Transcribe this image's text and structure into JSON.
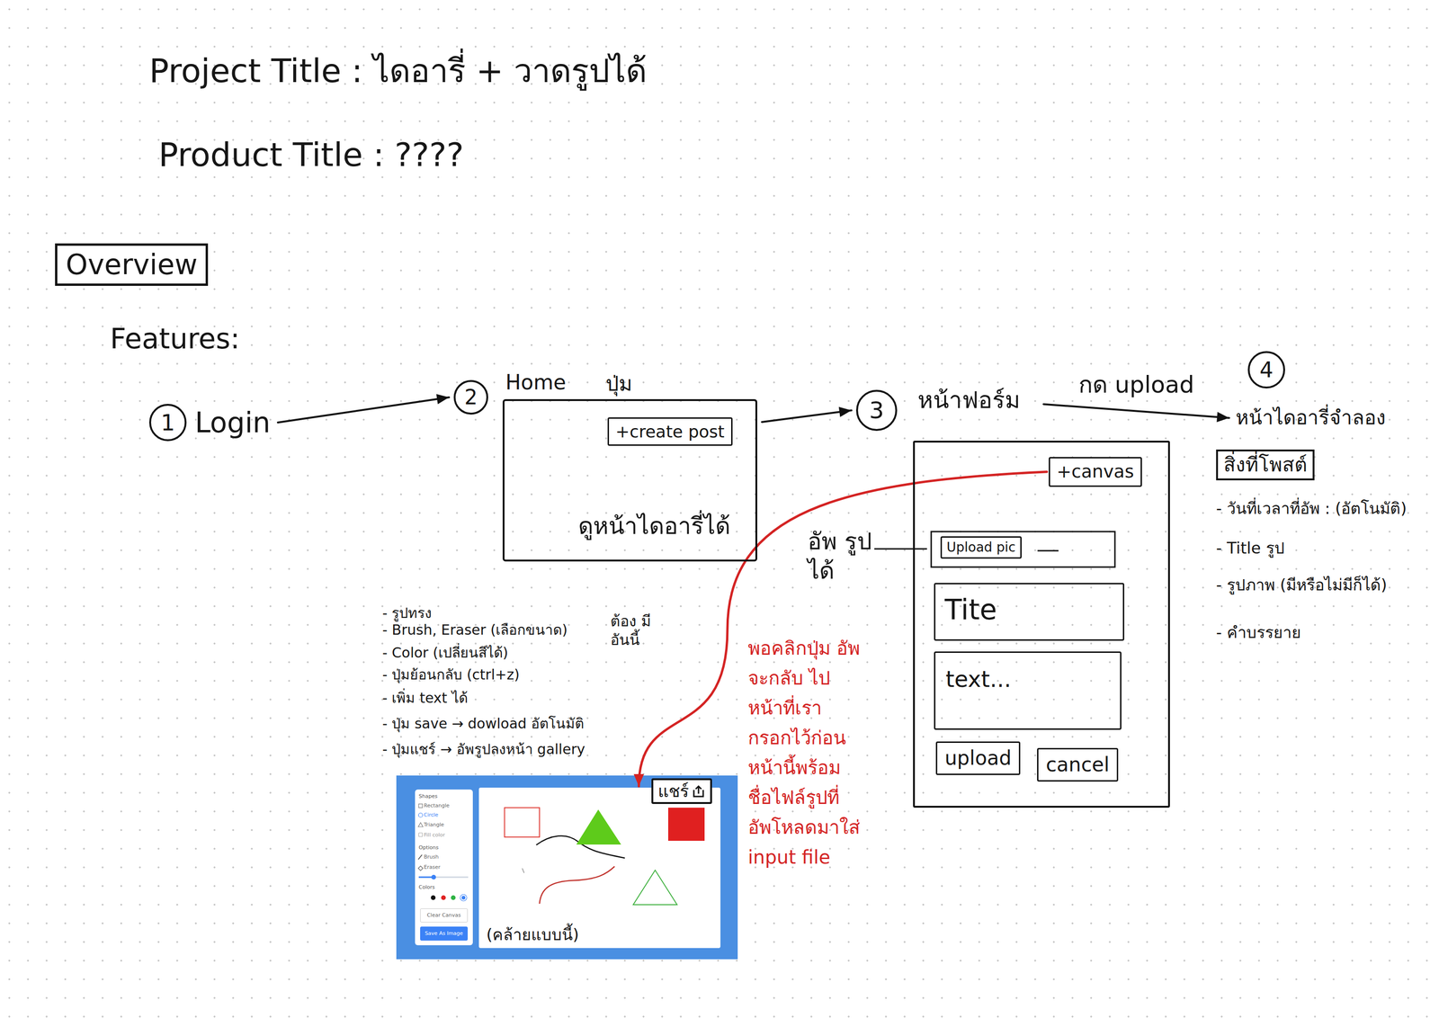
{
  "diagram": {
    "title": "Project Title : ไดอารี่ + วาดรูปได้",
    "nodes": [
      {
        "text": [
          "Overview"
        ]
      },
      {
        "text": [
          "1",
          "Login"
        ]
      },
      {
        "text": [
          "2"
        ]
      },
      {
        "text": [
          "Home",
          "ดูหน้าไดอารี่ได้"
        ]
      },
      {
        "text": [
          "+create post"
        ],
        "in": 3
      },
      {
        "text": [
          "3"
        ]
      },
      {
        "text": [
          "หน้าฟอร์ม"
        ]
      },
      {
        "text": [
          "+canvas"
        ],
        "in": 6
      },
      {
        "text": [
          "Upload pic"
        ],
        "in": 6
      },
      {
        "text": [
          "Tite"
        ],
        "in": 6
      },
      {
        "text": [
          "text..."
        ],
        "in": 6
      },
      {
        "text": [
          "upload"
        ],
        "in": 6
      },
      {
        "text": [
          "cancel"
        ],
        "in": 6
      },
      {
        "text": [
          "4",
          "หน้าไดอารี่จำลอง"
        ]
      },
      {
        "text": [
          "สิ่งที่โพสต์"
        ]
      },
      {
        "text": [
          "Shapes",
          "Rectangle",
          "Circle",
          "Triangle",
          "Fill color",
          "Options",
          "Brush",
          "Eraser",
          "Colors"
        ]
      },
      {
        "text": [
          "Clear Canvas"
        ],
        "in": 15
      },
      {
        "text": [
          "Save As Image"
        ],
        "in": 15
      },
      {
        "text": [
          "(คล้ายแบบนี้)"
        ]
      },
      {
        "text": [
          "แชร์"
        ],
        "in": 18
      }
    ],
    "edges": [
      {
        "from": 1,
        "to": 2,
        "arrow": "to"
      },
      {
        "from": 3,
        "to": 5,
        "arrow": "to"
      },
      {
        "from": 6,
        "to": 13,
        "label": "กด upload",
        "arrow": "to"
      },
      {
        "from": 7,
        "to": 18,
        "arrow": "to"
      }
    ],
    "labels": [
      "Product Title : ????",
      "Features:",
      "ปุ่ม",
      "อัพ รูปได้",
      "พอคลิกปุ่ม อัพจะกลับ ไปหน้าที่เรา กรอกไว้ก่อน หน้านี้พร้อม ชื่อไฟล์รูปที่ อัพโหลดมาใส่ input file",
      "- รูปทรง",
      "- Brush, Eraser (เลือกขนาด)",
      "- Color (เปลี่ยนสีได้)",
      "- ปุ่มย้อนกลับ (ctrl+z)",
      "- เพิ่ม text ได้",
      "- ปุ่ม save → dowload อัตโนมัติ",
      "- ปุ่มแชร์ → อัพรูปลงหน้า gallery",
      "ต้อง มี อันนี้",
      "- วันที่เวลาที่อัพ : (อัตโนมัติ)",
      "- Title รูป",
      "- รูปภาพ (มีหรือไม่มีก็ได้)",
      "- คำบรรยาย"
    ]
  }
}
